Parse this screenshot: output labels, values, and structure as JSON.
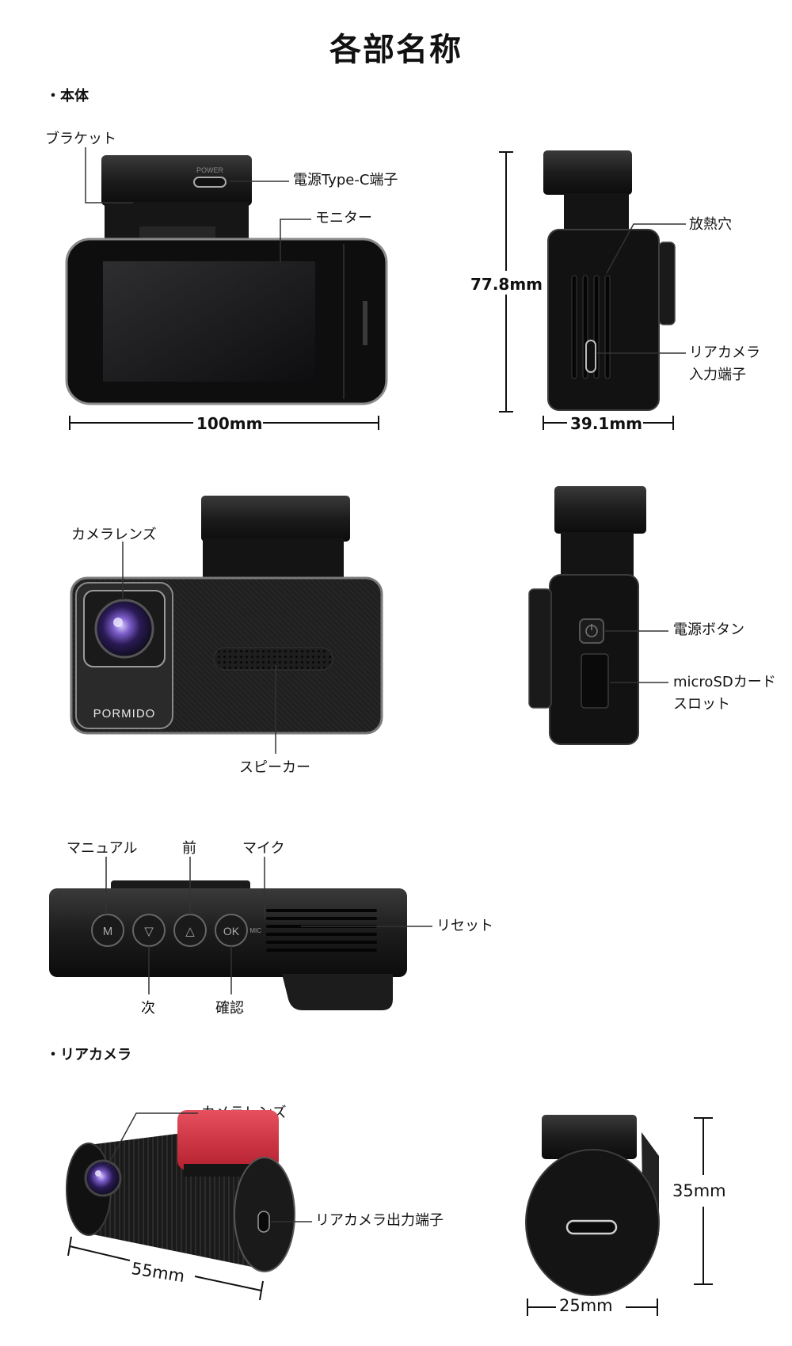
{
  "title": "各部名称",
  "sections": {
    "main_body": "・本体",
    "rear_camera": "・リアカメラ"
  },
  "labels": {
    "bracket": "ブラケット",
    "power_port": "電源Type-C端子",
    "monitor": "モニター",
    "heat_vent": "放熱穴",
    "rear_input_1": "リアカメラ",
    "rear_input_2": "入力端子",
    "camera_lens": "カメラレンズ",
    "speaker": "スピーカー",
    "power_button": "電源ボタン",
    "sd_slot_1": "microSDカード",
    "sd_slot_2": "スロット",
    "manual": "マニュアル",
    "prev": "前",
    "mic": "マイク",
    "reset": "リセット",
    "next": "次",
    "ok": "確認",
    "rear_lens": "カメラレンズ",
    "rear_output": "リアカメラ出力端子"
  },
  "dimensions": {
    "width_front": "100mm",
    "height_side": "77.8mm",
    "depth_side": "39.1mm",
    "rear_length": "55mm",
    "rear_height": "35mm",
    "rear_width": "25mm"
  },
  "device_text": {
    "power_marking": "POWER",
    "brand": "PORMIDO",
    "btn_m": "M",
    "btn_down": "▽",
    "btn_up": "△",
    "btn_ok": "OK",
    "mic_marking": "MIC"
  }
}
